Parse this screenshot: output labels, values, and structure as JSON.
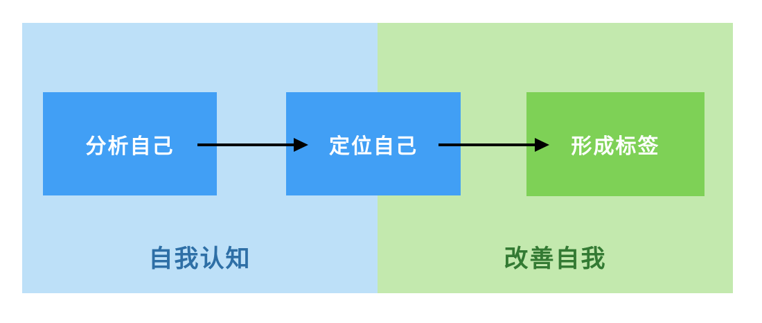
{
  "diagram": {
    "sections": [
      {
        "label": "自我认知",
        "bg_color": "#bde0f8",
        "label_color": "#2e6fa6"
      },
      {
        "label": "改善自我",
        "bg_color": "#c3e9ae",
        "label_color": "#337a33"
      }
    ],
    "nodes": [
      {
        "label": "分析自己",
        "fill": "#419ff5",
        "text_color": "#ffffff",
        "section": "自我认知"
      },
      {
        "label": "定位自己",
        "fill": "#419ff5",
        "text_color": "#ffffff",
        "section": "自我认知"
      },
      {
        "label": "形成标签",
        "fill": "#7ed156",
        "text_color": "#ffffff",
        "section": "改善自我"
      }
    ],
    "edges": [
      {
        "from": "分析自己",
        "to": "定位自己",
        "color": "#000000"
      },
      {
        "from": "定位自己",
        "to": "形成标签",
        "color": "#000000"
      }
    ]
  }
}
